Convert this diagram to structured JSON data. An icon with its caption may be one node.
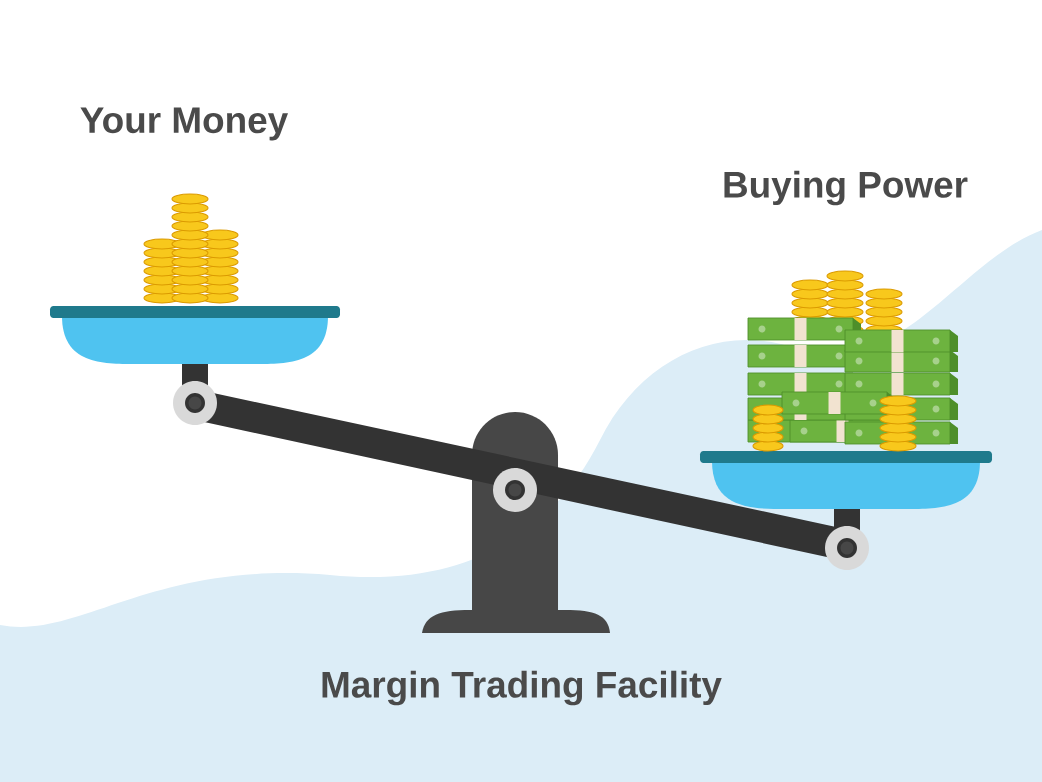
{
  "diagram": {
    "labels": [
      "Your Money",
      "Buying Power",
      "Margin Trading Facility"
    ]
  }
}
